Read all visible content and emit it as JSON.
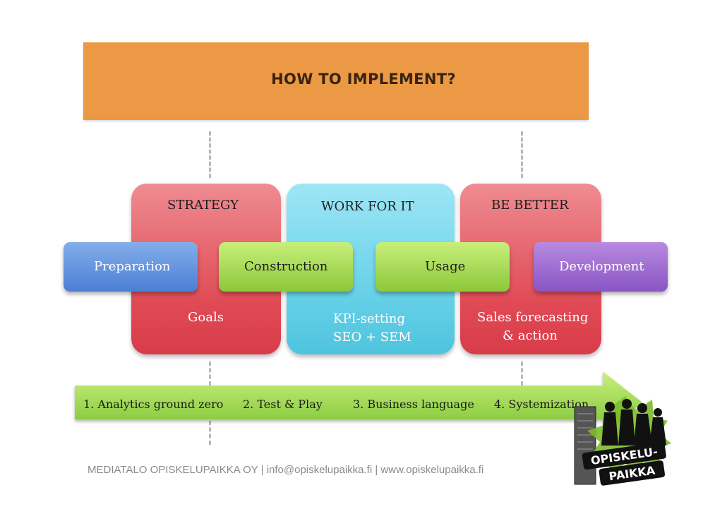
{
  "title": "HOW TO IMPLEMENT?",
  "phases": [
    {
      "title": "STRATEGY",
      "notes": [
        "Goals"
      ]
    },
    {
      "title": "WORK FOR IT",
      "notes": [
        "KPI-setting",
        "SEO + SEM"
      ]
    },
    {
      "title": "BE BETTER",
      "notes": [
        "Sales forecasting",
        "& action"
      ]
    }
  ],
  "pills": [
    "Preparation",
    "Construction",
    "Usage",
    "Development"
  ],
  "steps": [
    "1. Analytics ground zero",
    "2. Test & Play",
    "3. Business language",
    "4. Systemization"
  ],
  "footer": "MEDIATALO OPISKELUPAIKKA OY | info@opiskelupaikka.fi | www.opiskelupaikka.fi",
  "logo_text": [
    "OPISKELU-",
    "PAIKKA"
  ],
  "colors": {
    "title_bar": "#eb9944",
    "phase_red": "#e04a55",
    "phase_blue": "#63cfe6",
    "pill_blue": "#4a7fd4",
    "pill_green": "#8cc83a",
    "pill_purple": "#8a55c4",
    "arrow_green": "#8fd13f"
  }
}
